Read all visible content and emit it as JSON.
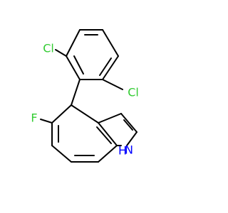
{
  "molecule": {
    "atoms": {
      "cl_top": {
        "text": "Cl",
        "color": "#33cc33"
      },
      "cl_right": {
        "text": "Cl",
        "color": "#33cc33"
      },
      "fluorine": {
        "text": "F",
        "color": "#33cc33"
      },
      "nitrogen_h": {
        "text": "H",
        "color": "#0000ff"
      },
      "nitrogen_n": {
        "text": "N",
        "color": "#0000ff"
      }
    }
  }
}
